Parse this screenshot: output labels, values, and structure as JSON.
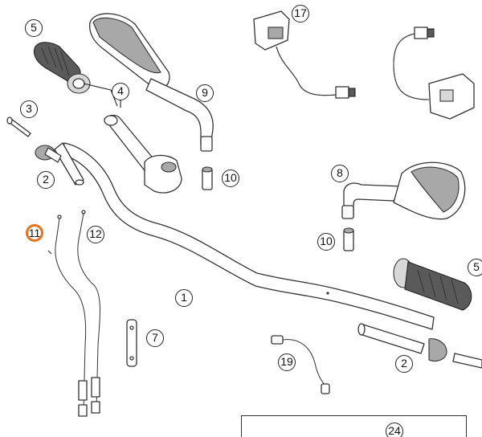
{
  "diagram": {
    "callouts": [
      {
        "id": "c5a",
        "label": "5"
      },
      {
        "id": "c17",
        "label": "17"
      },
      {
        "id": "c4",
        "label": "4"
      },
      {
        "id": "c9",
        "label": "9"
      },
      {
        "id": "c3",
        "label": "3"
      },
      {
        "id": "c2a",
        "label": "2"
      },
      {
        "id": "c10a",
        "label": "10"
      },
      {
        "id": "c8",
        "label": "8"
      },
      {
        "id": "c11",
        "label": "11"
      },
      {
        "id": "c12",
        "label": "12"
      },
      {
        "id": "c10b",
        "label": "10"
      },
      {
        "id": "c5b",
        "label": "5"
      },
      {
        "id": "c1",
        "label": "1"
      },
      {
        "id": "c7",
        "label": "7"
      },
      {
        "id": "c19",
        "label": "19"
      },
      {
        "id": "c2b",
        "label": "2"
      },
      {
        "id": "c24",
        "label": "24"
      }
    ],
    "highlighted_part": "11",
    "colors": {
      "highlight": "#e8731e",
      "line": "#333333",
      "grip": "#5a5a5a"
    }
  }
}
